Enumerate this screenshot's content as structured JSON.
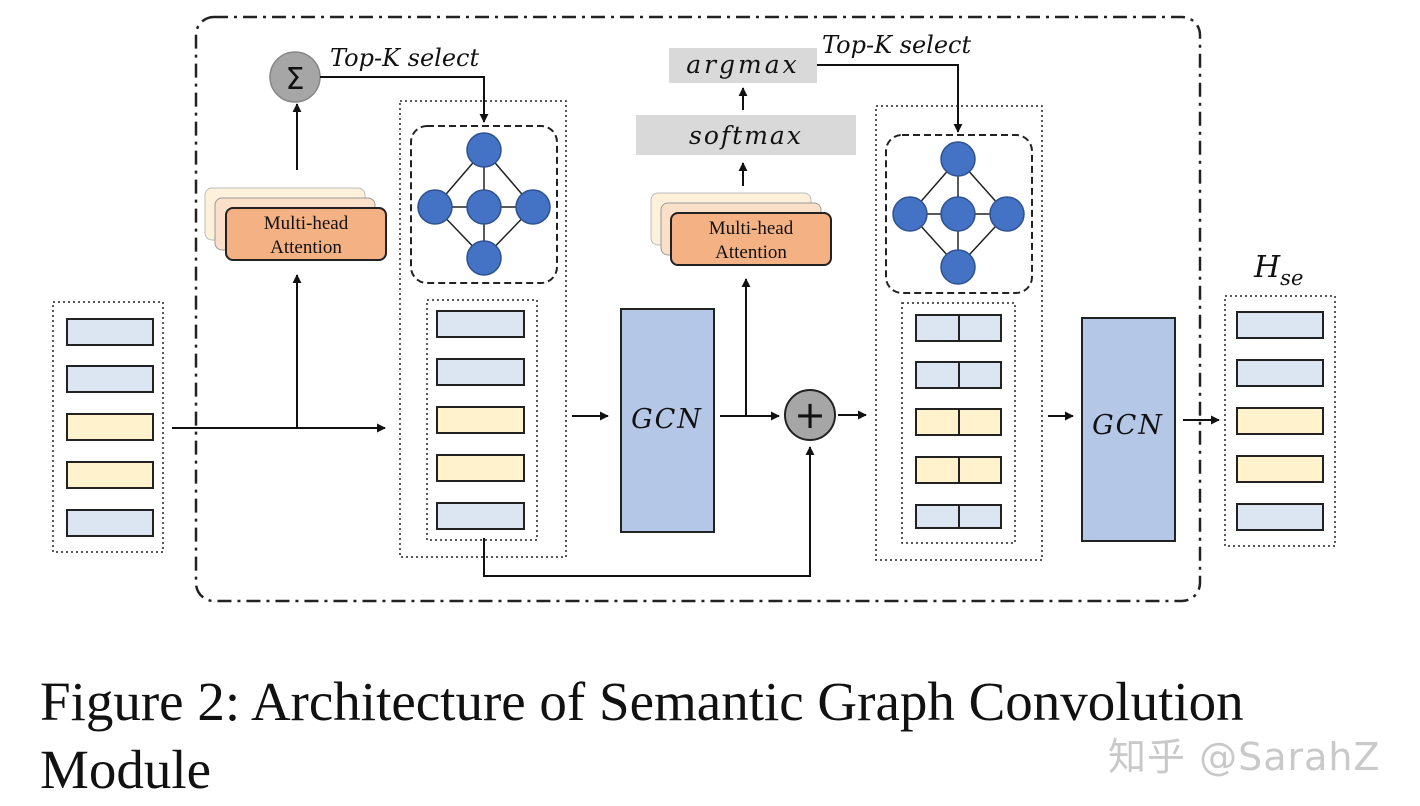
{
  "module": {
    "top_k_label_1": "Top-K select",
    "top_k_label_2": "Top-K select",
    "sum_symbol": "Σ",
    "attention_1": [
      "Multi-head",
      "Attention"
    ],
    "attention_2": [
      "Multi-head",
      "Attention"
    ],
    "softmax": "softmax",
    "argmax": "argmax",
    "gcn_1": "GCN",
    "gcn_2": "GCN",
    "plus_symbol": "+",
    "output_label_base": "H",
    "output_label_sub": "se"
  },
  "colors": {
    "blue_feature": "#dce6f2",
    "yellow_feature": "#fff2cc",
    "attention_front": "#f4b183",
    "attention_mid": "#fbe0c9",
    "attention_back": "#fdf1dc",
    "gcn": "#b4c7e7",
    "node": "#4472c4",
    "gray_op": "#d9d9d9",
    "circle_op": "#a6a6a6"
  },
  "caption": "Figure 2: Architecture of Semantic Graph Convolution Module",
  "watermark": "知乎 @SarahZ"
}
